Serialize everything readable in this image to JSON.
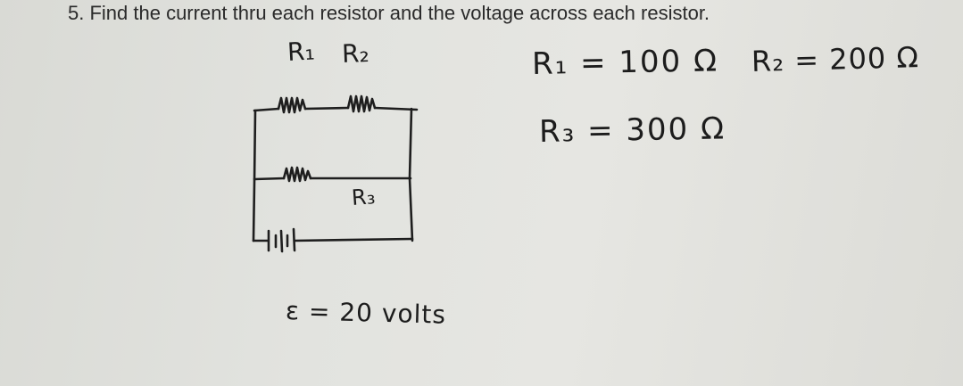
{
  "question": {
    "text": "5. Find the current thru each resistor and the voltage across each resistor."
  },
  "circuit": {
    "labels": {
      "r1": "R₁",
      "r2": "R₂",
      "r3": "R₃"
    },
    "emf_label": "ε = 20 volts"
  },
  "given_values": {
    "r1": "R₁ = 100 Ω",
    "r2": "R₂ = 200 Ω",
    "r3": "R₃ = 300 Ω"
  }
}
